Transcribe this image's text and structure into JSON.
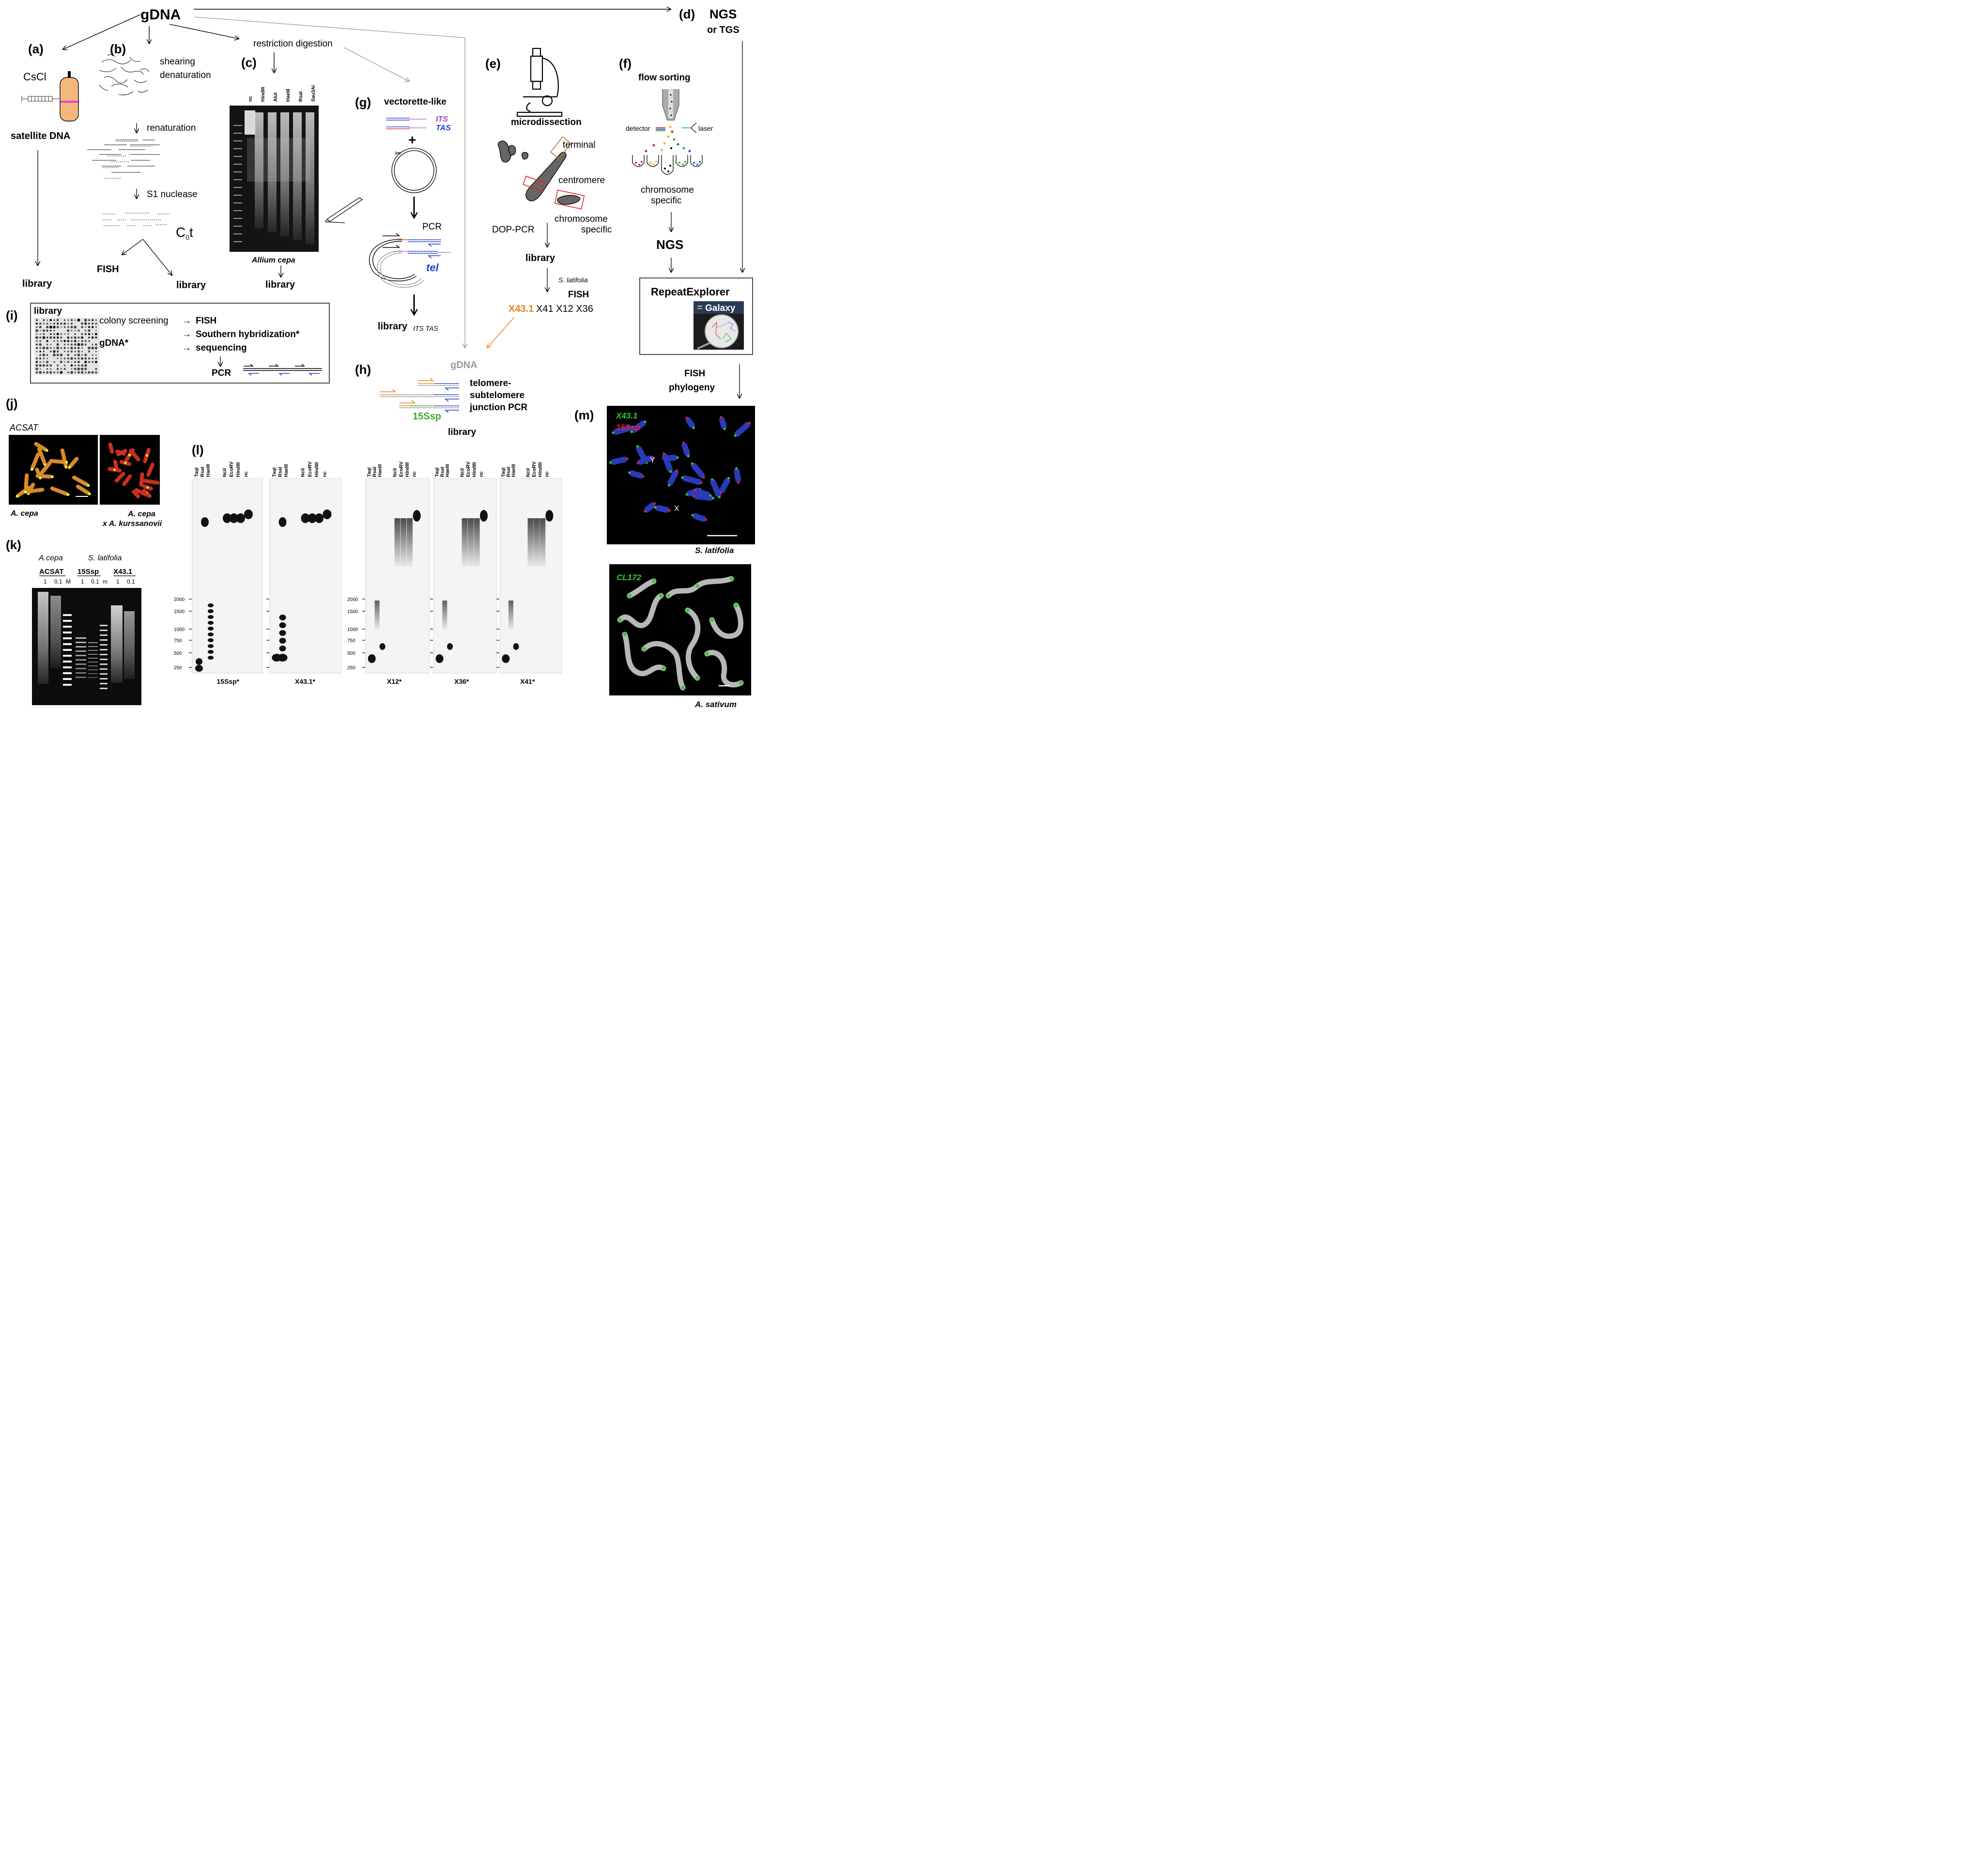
{
  "top": {
    "gdna": "gDNA"
  },
  "panel_a": {
    "letter": "(a)",
    "cscl": "CsCl",
    "product": "satellite DNA",
    "library": "library"
  },
  "panel_b": {
    "letter": "(b)",
    "shearing": "shearing",
    "denaturation": "denaturation",
    "renaturation": "renaturation",
    "s1": "S1 nuclease",
    "cot_c": "C",
    "cot_sub": "0",
    "cot_t": "t",
    "fish": "FISH",
    "library": "library"
  },
  "panel_c": {
    "letter": "(c)",
    "step": "restriction digestion",
    "lanes": [
      "nc",
      "HindIII",
      "AluI",
      "HaeIII",
      "RsaI",
      "Sau3AI"
    ],
    "species": "Allium cepa",
    "library": "library"
  },
  "panel_d": {
    "letter": "(d)",
    "ngs": "NGS",
    "or_tgs": "or TGS"
  },
  "panel_e": {
    "letter": "(e)",
    "method": "microdissection",
    "terminal": "terminal",
    "centromere": "centromere",
    "chrom_spec_1": "chromosome",
    "chrom_spec_2": "specific",
    "pcr": "DOP-PCR",
    "library": "library",
    "species": "S. latifolia",
    "fish": "FISH",
    "clone_highlight": "X43.1",
    "clones_rest": "X41 X12 X36",
    "highlight_color": "#e8821e"
  },
  "panel_f": {
    "letter": "(f)",
    "method": "flow sorting",
    "detector": "detector",
    "laser": "laser",
    "chrom_1": "chromosome",
    "chrom_2": "specific",
    "ngs": "NGS",
    "repeat": "RepeatExplorer",
    "galaxy": "Galaxy"
  },
  "panel_g": {
    "letter": "(g)",
    "title": "vectorette-like",
    "its": "ITS",
    "tas": "TAS",
    "pcr": "PCR",
    "tel": "tel",
    "library": "library",
    "lib_sub": "ITS TAS"
  },
  "panel_h": {
    "letter": "(h)",
    "gdna": "gDNA",
    "line1": "telomere-",
    "line2": "subtelomere",
    "line3": "junction PCR",
    "ssp": "15Ssp",
    "library": "library"
  },
  "panel_i": {
    "letter": "(i)",
    "library": "library",
    "colony": "colony screening",
    "fish": "FISH",
    "southern": "Southern hybridization*",
    "seq": "sequencing",
    "gdna": "gDNA*",
    "pcr": "PCR"
  },
  "panel_j": {
    "letter": "(j)",
    "probe": "ACSAT",
    "left_species": "A. cepa",
    "right_1": "A. cepa",
    "right_2": "x A. kurssanovii"
  },
  "panel_k": {
    "letter": "(k)",
    "groups": [
      {
        "species": "A.cepa",
        "probe": "ACSAT"
      },
      {
        "species": "S. latifolia",
        "probe": "15Ssp"
      },
      {
        "species": "",
        "probe": "X43.1"
      }
    ],
    "lanes": [
      "1",
      "0.1",
      "M",
      "1",
      "0.1",
      "m",
      "1",
      "0.1"
    ]
  },
  "panel_l": {
    "letter": "(l)",
    "lanes": [
      "TaqI",
      "RsaI",
      "HaeIII",
      "NciI",
      "EcoRV",
      "HindIII",
      "nc"
    ],
    "lanes_b": [
      "TaqI",
      "RsaI",
      "HaeIII",
      "NciI",
      "EcoRV",
      "HindIII",
      "nc"
    ],
    "markers": [
      "2000",
      "1500",
      "1000",
      "750",
      "500",
      "250"
    ],
    "blots": [
      "15Ssp*",
      "X43.1*",
      "X12*",
      "X36*",
      "X41*"
    ]
  },
  "panel_m": {
    "letter": "(m)",
    "probe_green": "X43.1",
    "probe_red": "15Ssp",
    "y": "Y",
    "x": "X",
    "species_top": "S. latifolia",
    "probe_bottom": "CL172",
    "species_bottom": "A. sativum",
    "fish": "FISH",
    "phylogeny": "phylogeny"
  },
  "colors": {
    "green_probe": "#33cc33",
    "red_probe": "#e0203a",
    "blue_tel": "#1f3fd1",
    "its": "#a040d0",
    "tas": "#cc2a2a",
    "ssp_green": "#3aaa2a",
    "orange": "#e8821e",
    "gray_arrow": "#999999",
    "tube": "#f4b77a",
    "band": "#e040e0"
  }
}
